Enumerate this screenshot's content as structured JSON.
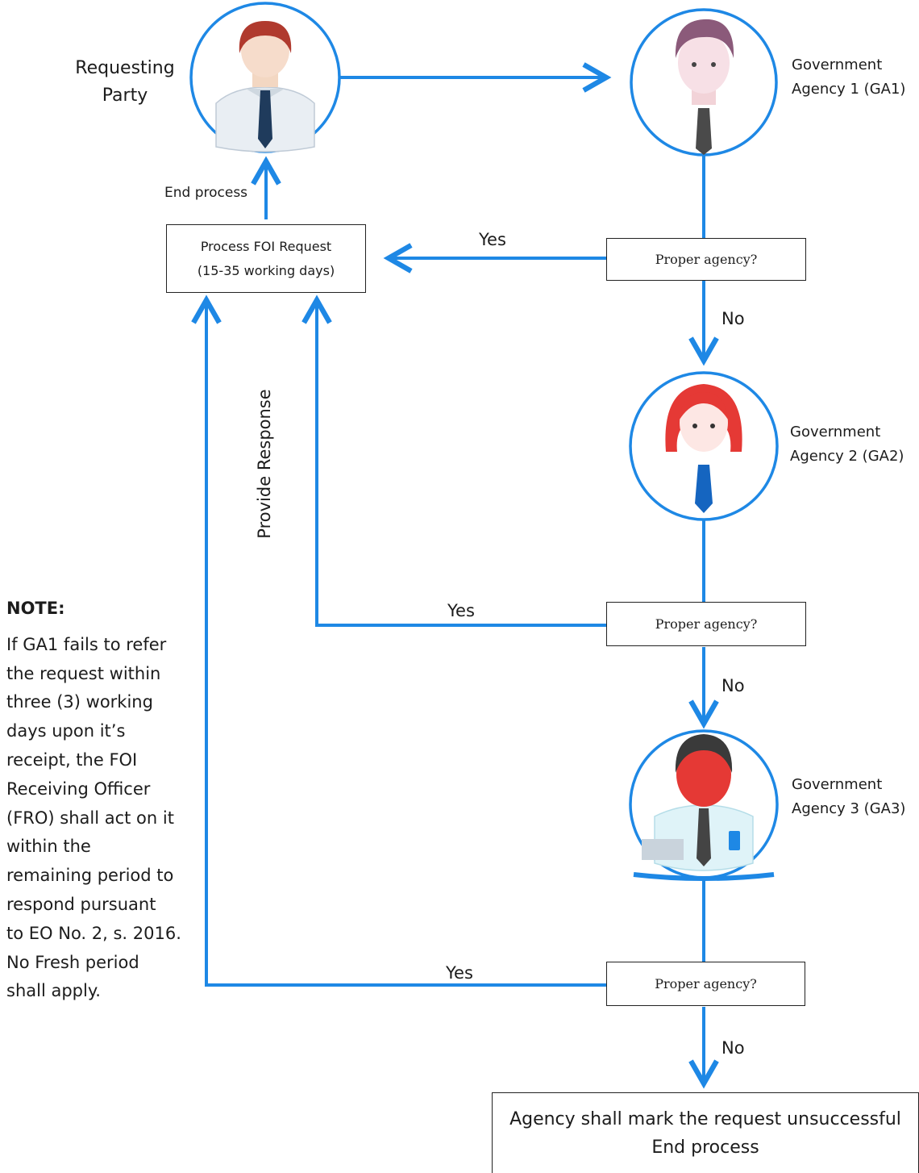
{
  "actors": {
    "requesting_party": [
      "Requesting",
      "Party"
    ],
    "ga1": [
      "Government",
      "Agency 1 (GA1)"
    ],
    "ga2": [
      "Government",
      "Agency 2 (GA2)"
    ],
    "ga3": [
      "Government",
      "Agency 3 (GA3)"
    ]
  },
  "process_box": {
    "line1": "Process FOI Request",
    "line2": "(15-35 working days)"
  },
  "decision_label": "Proper agency?",
  "edge_labels": {
    "end_process": "End process",
    "yes": "Yes",
    "no": "No",
    "provide_response": "Provide Response"
  },
  "final_box": {
    "line1": "Agency shall mark the request unsuccessful",
    "line2": "End process"
  },
  "note": {
    "title": "NOTE:",
    "lines": [
      "If GA1 fails to refer",
      "the request within",
      "three (3) working",
      "days upon it’s",
      "receipt, the FOI",
      "Receiving Officer",
      "(FRO) shall act on it",
      "within the",
      "remaining period to",
      "respond pursuant",
      "to EO No. 2, s. 2016.",
      "No Fresh period",
      "shall apply."
    ]
  },
  "colors": {
    "arrow": "#1e88e5",
    "circle": "#1e88e5",
    "box_border": "#222222",
    "text": "#1c1c1c"
  }
}
